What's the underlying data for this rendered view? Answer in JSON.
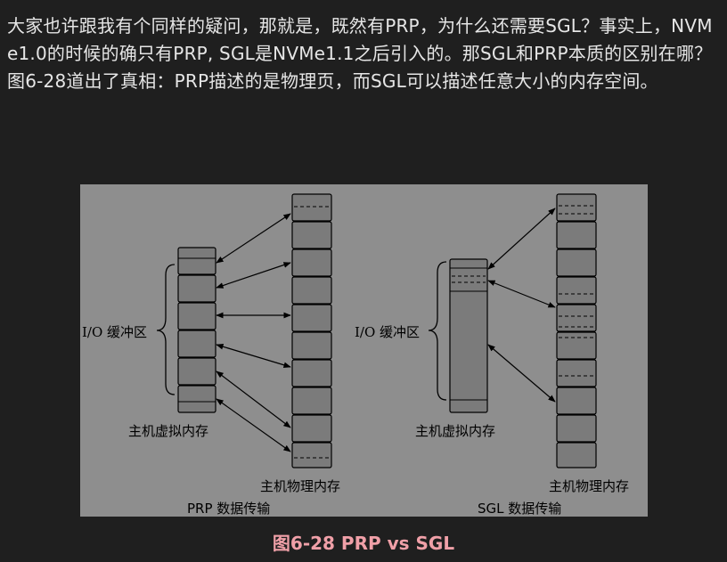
{
  "article": {
    "paragraph": "大家也许跟我有个同样的疑问，那就是，既然有PRP，为什么还需要SGL？事实上，NVMe1.0的时候的确只有PRP, SGL是NVMe1.1之后引入的。那SGL和PRP本质的区别在哪？图6-28道出了真相：PRP描述的是物理页，而SGL可以描述任意大小的内存空间。"
  },
  "figure": {
    "prp": {
      "io_buffer_label": "I/O 缓冲区",
      "host_virtual_label": "主机虚拟内存",
      "host_physical_label": "主机物理内存",
      "title": "PRP 数据传输"
    },
    "sgl": {
      "io_buffer_label": "I/O 缓冲区",
      "host_virtual_label": "主机虚拟内存",
      "host_physical_label": "主机物理内存",
      "title": "SGL 数据传输"
    },
    "caption": "图6-28 PRP vs SGL"
  },
  "colors": {
    "page_bg": "#1f1f1f",
    "text": "#e6e6e6",
    "figure_bg": "#8e8e8e",
    "block_fill": "#7b7b7b",
    "caption": "#f0a0a8"
  }
}
